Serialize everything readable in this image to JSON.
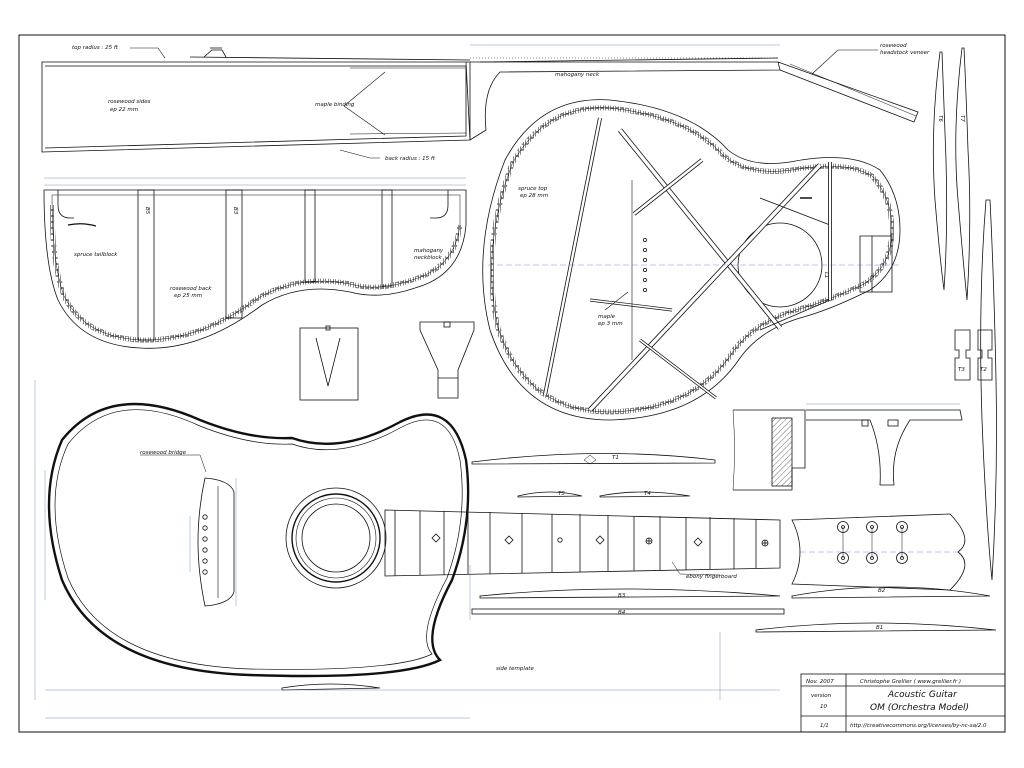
{
  "labels": {
    "top_radius": "top radius : 25 ft",
    "back_radius": "back radius : 15 ft",
    "rosewood_sides": "rosewood sides",
    "rosewood_sides_ep": "ep 22 mm",
    "maple_binding": "maple binding",
    "mahogany_neck": "mahogany neck",
    "rosewood_headstock_veneer_1": "rosewood",
    "rosewood_headstock_veneer_2": "headstock veneer",
    "spruce_tailblock": "spruce tailblock",
    "rosewood_back": "rosewood back",
    "rosewood_back_ep": "ep 25 mm",
    "mahogany_neckblock_1": "mahogany",
    "mahogany_neckblock_2": "neckblock",
    "spruce_top": "spruce top",
    "spruce_top_ep": "ep 28 mm",
    "maple": "maple",
    "maple_ep": "ep 3 mm",
    "rosewood_bridge": "rosewood bridge",
    "ebony_fingerboard": "ebony fingerboard",
    "side_template": "side template"
  },
  "brace_labels": {
    "B5": "B5",
    "B3": "B3",
    "B2": "B2",
    "B1": "B1",
    "B4": "B4",
    "T1": "T1",
    "T2": "T2",
    "T3": "T3",
    "T4": "T4",
    "T5": "T5",
    "T6": "T6",
    "T7": "T7"
  },
  "title_block": {
    "date": "Nov. 2007",
    "author": "Christophe Grellier ( www.grellier.fr )",
    "version_label": "version",
    "version_number": "10",
    "title_line1": "Acoustic Guitar",
    "title_line2": "OM (Orchestra Model)",
    "sheet": "1/1",
    "license": "http://creativecommons.org/licenses/by-nc-sa/2.0"
  },
  "colors": {
    "line": "#111111",
    "dimension": "#5a78b0",
    "hatch": "#333333"
  }
}
